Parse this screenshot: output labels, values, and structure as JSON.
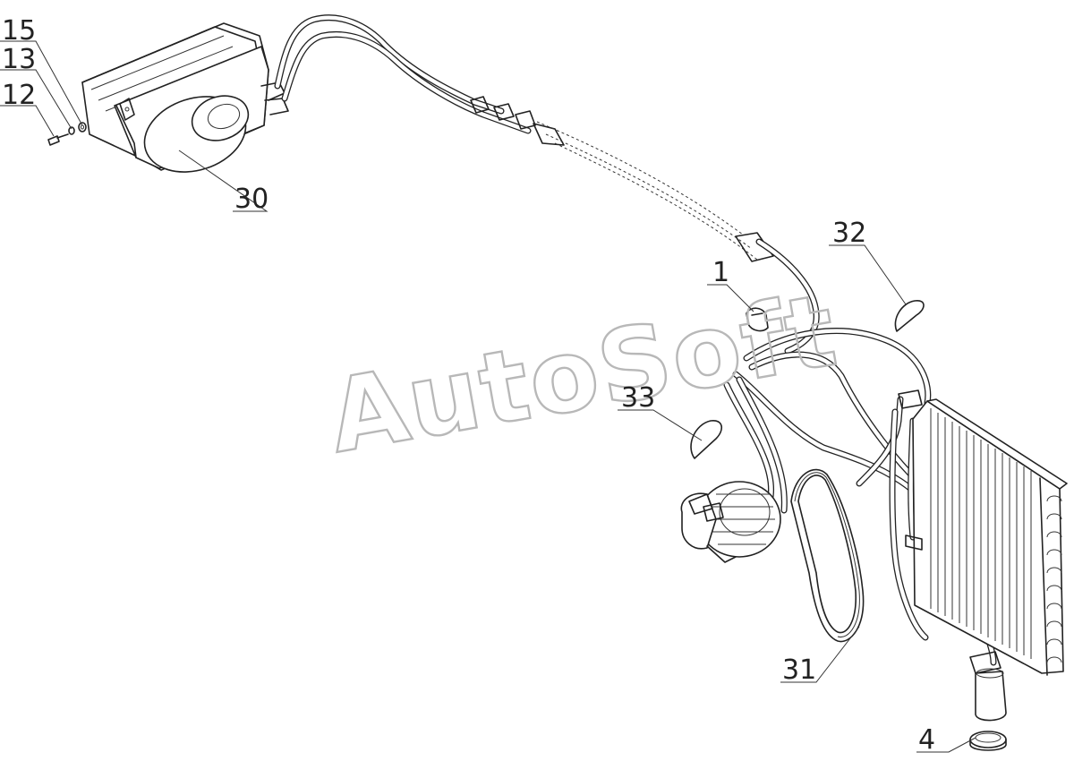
{
  "watermark": "AutoSoft",
  "callouts": {
    "c15": "15",
    "c13": "13",
    "c12": "12",
    "c30": "30",
    "c32": "32",
    "c1": "1",
    "c33": "33",
    "c31": "31",
    "c4": "4"
  }
}
